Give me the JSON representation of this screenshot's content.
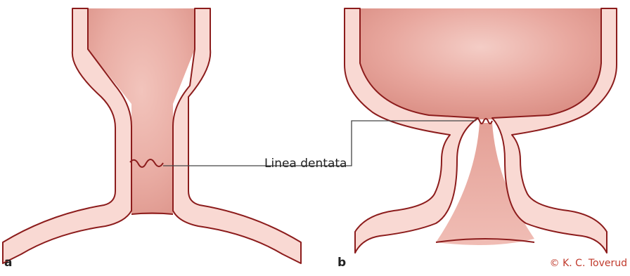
{
  "figure": {
    "callout_label": "Linea dentata",
    "panel_a_label": "a",
    "panel_b_label": "b",
    "copyright": "© K. C. Toverud"
  },
  "colors": {
    "wall_fill": "#f9d9d3",
    "wall_outline": "#8c1c1c",
    "lumen_fill": "#e8a79e",
    "leader_line": "#444444"
  }
}
